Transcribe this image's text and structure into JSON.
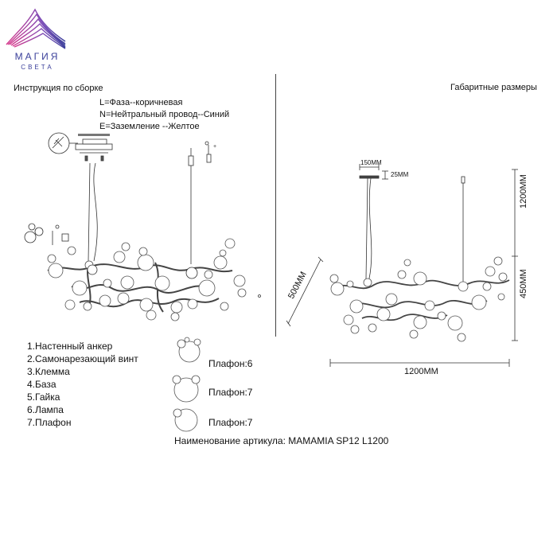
{
  "brand": {
    "name": "МАГИЯ",
    "tagline": "СВЕТА"
  },
  "left_title": "Инструкция по сборке",
  "right_title": "Габаритные размеры",
  "wiring": [
    "L=Фаза--коричневая",
    "N=Нейтральный провод--Синий",
    "E=Заземление --Желтое"
  ],
  "parts": [
    "1.Настенный анкер",
    "2.Самонарезающий винт",
    "3.Клемма",
    "4.База",
    "5.Гайка",
    "6.Лампа",
    "7.Плафон"
  ],
  "shades": [
    {
      "label": "Плафон:6"
    },
    {
      "label": "Плафон:7"
    },
    {
      "label": "Плафон:7"
    }
  ],
  "dimensions": {
    "canopy": "150MM",
    "canopy_height": "25MM",
    "cable": "1200MM",
    "height": "450MM",
    "width": "1200MM",
    "depth": "500MM"
  },
  "article": "Наименование артикула: MAMAMIA SP12 L1200",
  "colors": {
    "brand_start": "#d63a8c",
    "brand_end": "#3a3f9a",
    "line": "#333333"
  }
}
